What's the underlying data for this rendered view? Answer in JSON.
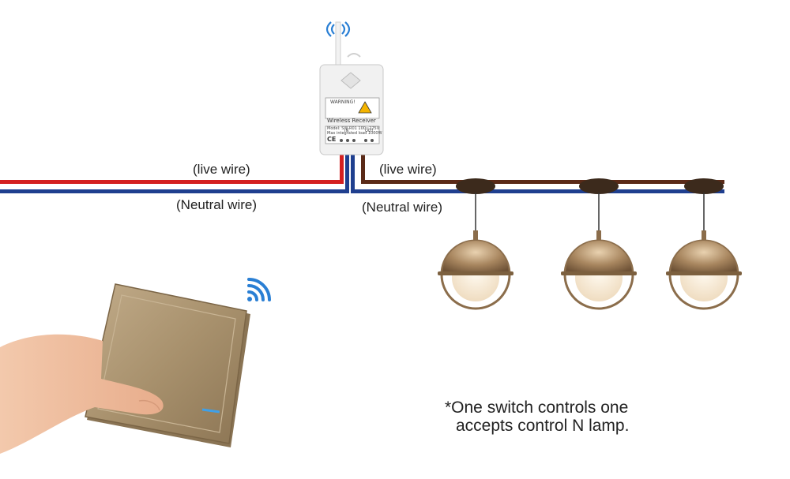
{
  "labels": {
    "live_left": "(live wire)",
    "neutral_left": "(Neutral wire)",
    "live_right": "(live wire)",
    "neutral_right": "(Neutral wire)"
  },
  "note": {
    "line1": "*One switch controls one",
    "line2": "accepts control N lamp."
  },
  "receiver": {
    "warning": "WARNING!",
    "title": "Wireless Receiver",
    "model": "Model: SW-R01  100~275V",
    "load": "Max integrated load 1000W",
    "ce": "CE",
    "in": "IN",
    "out": "OUT"
  },
  "colors": {
    "live": "#d42020",
    "neutral": "#1f3f8f",
    "load_wire": "#5a2a18",
    "lamp_metal": "#9c7a55",
    "switch_gold": "#a08763",
    "wifi": "#2a7fd4"
  }
}
